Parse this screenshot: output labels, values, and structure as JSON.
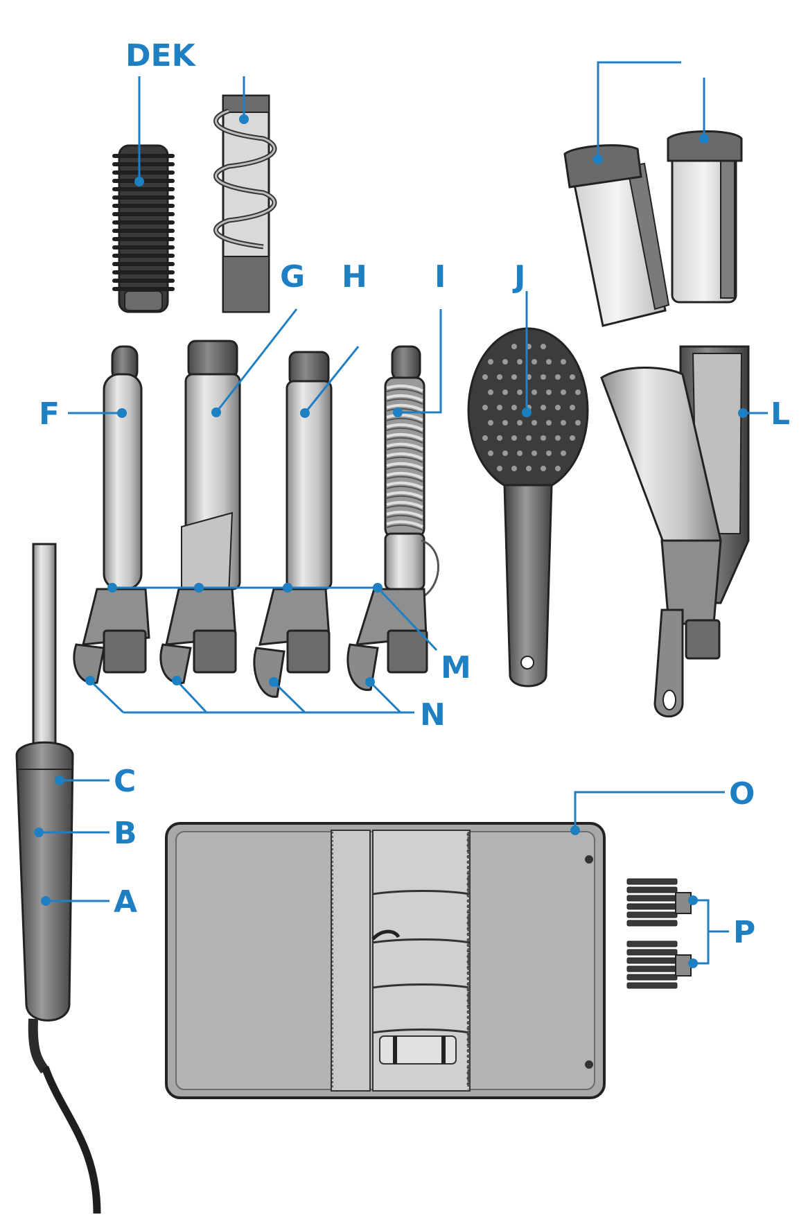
{
  "diagram": {
    "labels": {
      "a": "A",
      "b": "B",
      "c": "C",
      "dek": "DEK",
      "f": "F",
      "g": "G",
      "h": "H",
      "i": "I",
      "j": "J",
      "l": "L",
      "m": "M",
      "n": "N",
      "o": "O",
      "p": "P"
    },
    "colors": {
      "accent": "#1e7fc2",
      "outline": "#2b2b2b",
      "metal_light": "#e4e4e4",
      "metal_mid": "#a9a9a9",
      "metal_dark": "#5e5e5e",
      "case_fill": "#a8a8a8",
      "case_panel": "#cfcfcf"
    }
  }
}
